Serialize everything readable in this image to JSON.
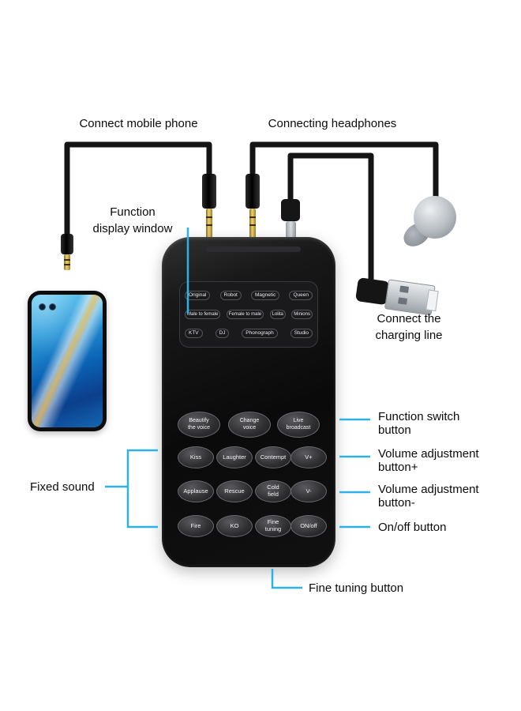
{
  "meta": {
    "accent_blue": "#2eb1e6",
    "cable_color": "#141414",
    "device_color": "#111111"
  },
  "labels": {
    "connect_mobile_phone": "Connect mobile phone",
    "connecting_headphones": "Connecting headphones",
    "function_display_window": "Function\ndisplay window",
    "connect_charging_line": "Connect the\ncharging line",
    "function_switch_button": "Function switch\nbutton",
    "volume_adjustment_plus": "Volume adjustment\nbutton+",
    "volume_adjustment_minus": "Volume adjustment\nbutton-",
    "on_off_button": "On/off button",
    "fixed_sound": "Fixed sound",
    "fine_tuning_button": "Fine tuning button"
  },
  "device": {
    "display_rows": [
      [
        "Original",
        "Robot",
        "Magnetic",
        "Queen"
      ],
      [
        "Male to female",
        "Female to male",
        "Lolita",
        "Minions"
      ],
      [
        "KTV",
        "DJ",
        "Phonograph",
        "Studio"
      ]
    ],
    "buttons": [
      [
        "Beautify\nthe voice",
        "Change\nvoice",
        "Live\nbroadcast"
      ],
      [
        "Kiss",
        "Laughter",
        "Contempt",
        "V+"
      ],
      [
        "Applause",
        "Rescue",
        "Cold\nfield",
        "V-"
      ],
      [
        "Fire",
        "KO",
        "Fine\ntuning",
        "ON/off"
      ]
    ]
  }
}
